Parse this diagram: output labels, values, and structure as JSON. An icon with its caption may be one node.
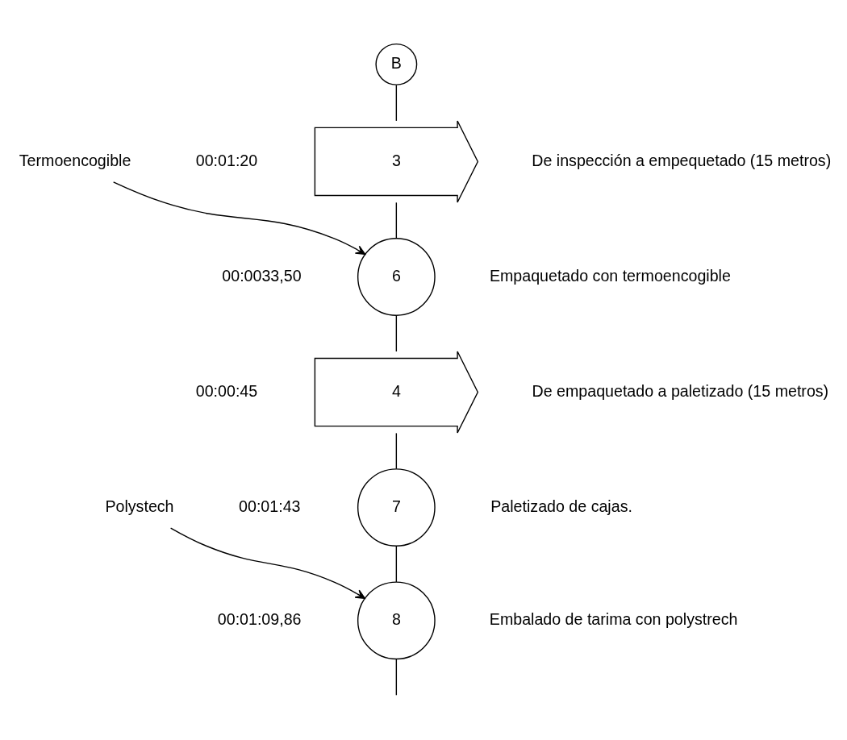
{
  "diagram": {
    "nodes": [
      {
        "text": [
          "B"
        ]
      },
      {
        "text": [
          "3"
        ],
        "beside": [
          "00:01:20",
          "De inspección a empequetado (15 metros)"
        ]
      },
      {
        "text": [
          "Termoencogible"
        ]
      },
      {
        "text": [
          "6"
        ],
        "beside": [
          "00:0033,50",
          "Empaquetado con termoencogible"
        ]
      },
      {
        "text": [
          "4"
        ],
        "beside": [
          "00:00:45",
          "De empaquetado a paletizado (15 metros)"
        ]
      },
      {
        "text": [
          "7"
        ],
        "beside": [
          "00:01:43",
          "Paletizado de cajas."
        ]
      },
      {
        "text": [
          "Polystech"
        ]
      },
      {
        "text": [
          "8"
        ],
        "beside": [
          "00:01:09,86",
          "Embalado de tarima con polystrech"
        ]
      }
    ],
    "edges": [
      {
        "from": 0,
        "to": 1,
        "arrow": "none"
      },
      {
        "from": 1,
        "to": 3,
        "arrow": "none"
      },
      {
        "from": 2,
        "to": 3,
        "arrow": "to"
      },
      {
        "from": 3,
        "to": 4,
        "arrow": "none"
      },
      {
        "from": 4,
        "to": 5,
        "arrow": "none"
      },
      {
        "from": 5,
        "to": 7,
        "arrow": "none"
      },
      {
        "from": 6,
        "to": 7,
        "arrow": "to"
      },
      {
        "from": 7,
        "to": null,
        "arrow": "none"
      }
    ]
  }
}
